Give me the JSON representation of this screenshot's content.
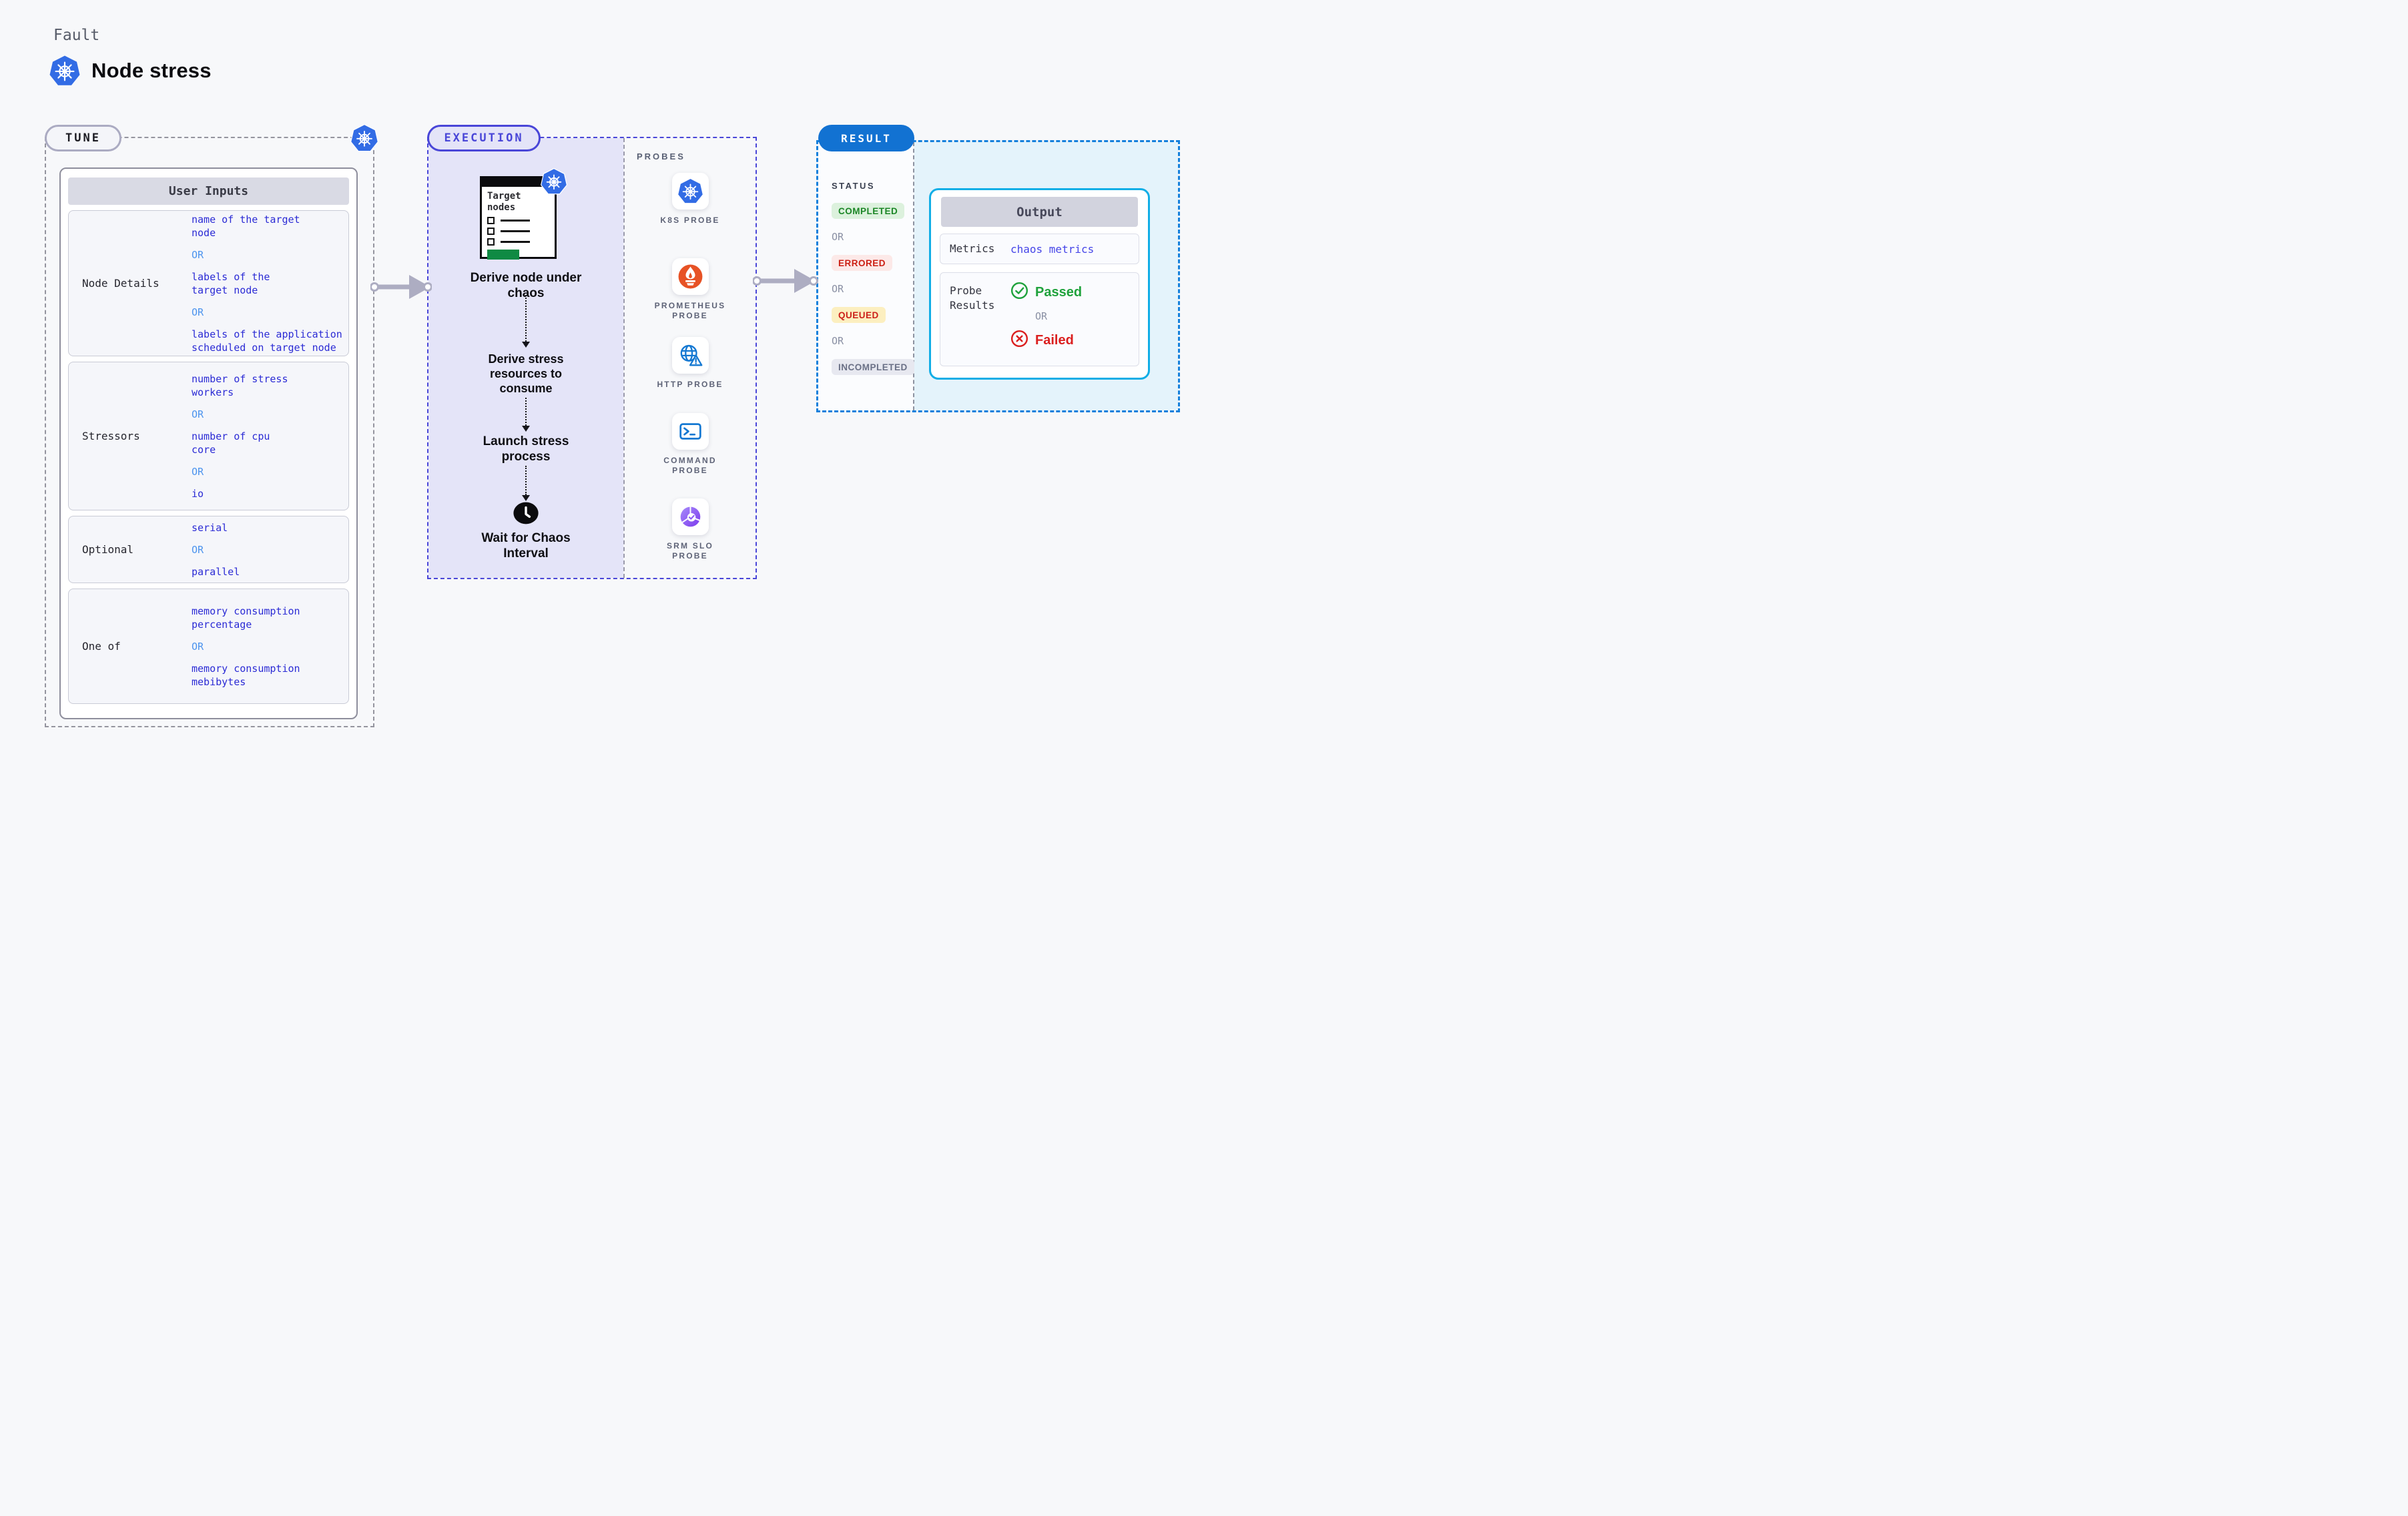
{
  "page": {
    "eyebrow": "Fault",
    "title": "Node stress"
  },
  "colors": {
    "kubernetes_blue": "#326CE5",
    "value_blue": "#2B2BD5",
    "or_blue": "#4D94EE",
    "execution_indigo": "#4946D8",
    "result_blue": "#1272D2",
    "output_border_cyan": "#12AEE6",
    "passed_green": "#1FA23C",
    "failed_red": "#DB1F1F",
    "prometheus_orange": "#E75225",
    "probe_icon_blue": "#1478D2",
    "srm_purple": "#8B5CF6",
    "clipboard_green": "#0F8A43"
  },
  "tune": {
    "label": "TUNE",
    "table_header": "User Inputs",
    "rows": [
      {
        "label": "Node Details",
        "values": [
          "name of the target\nnode",
          "OR",
          "labels of the\ntarget node",
          "OR",
          "labels of the application\nscheduled on target node"
        ]
      },
      {
        "label": "Stressors",
        "values": [
          "number of stress\nworkers",
          "OR",
          "number of cpu\ncore",
          "OR",
          "io"
        ]
      },
      {
        "label": "Optional",
        "values": [
          "serial",
          "OR",
          "parallel"
        ]
      },
      {
        "label": "One of",
        "values": [
          "memory consumption\npercentage",
          "OR",
          "memory consumption\nmebibytes"
        ]
      }
    ]
  },
  "execution": {
    "label": "EXECUTION",
    "clipboard_title": "Target nodes",
    "steps": [
      "Derive node under\nchaos",
      "Derive stress\nresources to\nconsume",
      "Launch stress\nprocess",
      "Wait for Chaos\nInterval"
    ]
  },
  "probes": {
    "label": "PROBES",
    "items": [
      {
        "label": "K8S PROBE",
        "icon": "kubernetes-icon"
      },
      {
        "label": "PROMETHEUS PROBE",
        "icon": "prometheus-icon"
      },
      {
        "label": "HTTP PROBE",
        "icon": "http-probe-icon"
      },
      {
        "label": "COMMAND PROBE",
        "icon": "command-probe-icon"
      },
      {
        "label": "SRM SLO PROBE",
        "icon": "srm-slo-probe-icon"
      }
    ]
  },
  "result": {
    "label": "RESULT",
    "status_heading": "STATUS",
    "statuses": [
      {
        "label": "COMPLETED",
        "type": "badge",
        "bg": "#DCF1DD",
        "color": "#1B8626"
      },
      {
        "label": "OR",
        "type": "or"
      },
      {
        "label": "ERRORED",
        "type": "badge",
        "bg": "#FCE9E8",
        "color": "#CC1F14"
      },
      {
        "label": "OR",
        "type": "or"
      },
      {
        "label": "QUEUED",
        "type": "badge",
        "bg": "#FCEFC0",
        "color": "#CC211A"
      },
      {
        "label": "OR",
        "type": "or"
      },
      {
        "label": "INCOMPLETED",
        "type": "badge",
        "bg": "#E7E8F0",
        "color": "#6A7086"
      }
    ],
    "output": {
      "header": "Output",
      "metrics_label": "Metrics",
      "metrics_value": "chaos metrics",
      "probe_results_label": "Probe\nResults",
      "passed": "Passed",
      "or": "OR",
      "failed": "Failed"
    }
  }
}
